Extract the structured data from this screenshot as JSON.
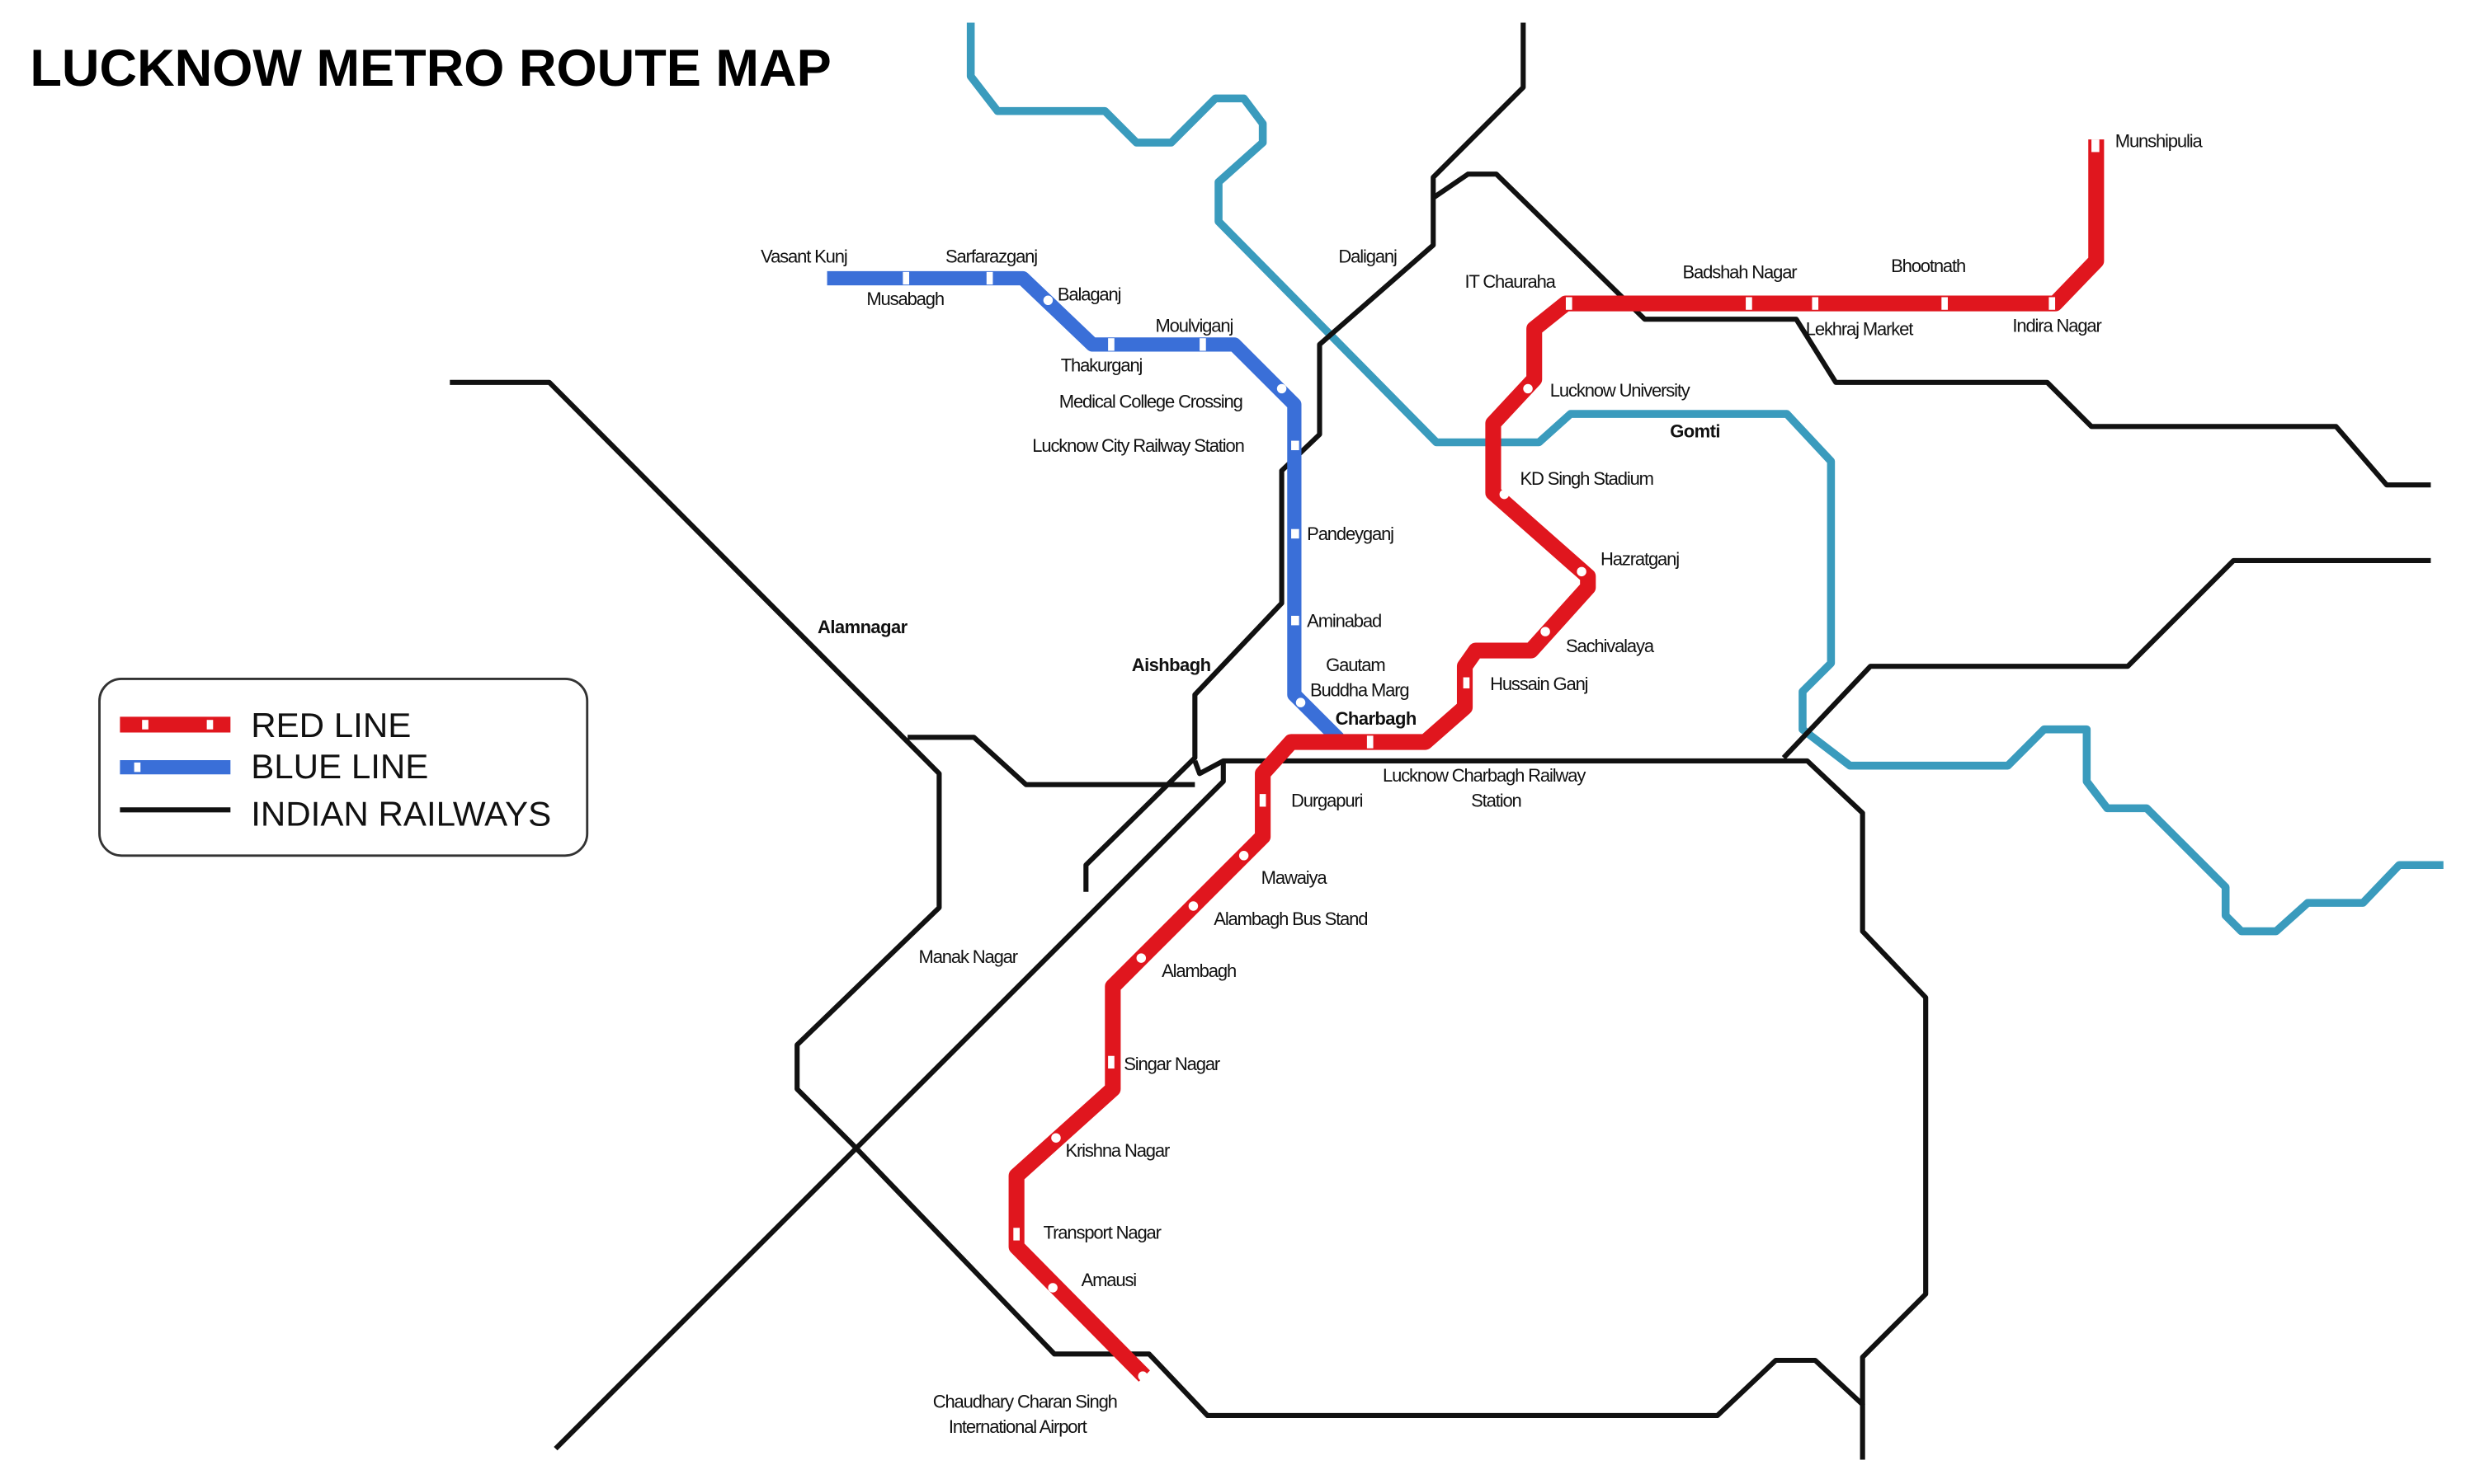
{
  "title": "LUCKNOW METRO ROUTE MAP",
  "colors": {
    "red_line": "#e0161e",
    "blue_line": "#3a6fd8",
    "railways": "#111111",
    "river": "#3a9bbd"
  },
  "legend": {
    "red": "RED LINE",
    "blue": "BLUE LINE",
    "rail": "INDIAN RAILWAYS"
  },
  "red_line": [
    "Munshipulia",
    "Indira Nagar",
    "Bhootnath",
    "Lekhraj Market",
    "Badshah Nagar",
    "IT Chauraha",
    "Lucknow University",
    "KD Singh Stadium",
    "Hazratganj",
    "Sachivalaya",
    "Hussain Ganj",
    "Charbagh",
    "Durgapuri",
    "Mawaiya",
    "Alambagh Bus Stand",
    "Alambagh",
    "Singar Nagar",
    "Krishna Nagar",
    "Transport Nagar",
    "Amausi",
    "Chaudhary Charan Singh",
    "International Airport"
  ],
  "blue_line": [
    "Vasant Kunj",
    "Sarfarazganj",
    "Musabagh",
    "Balaganj",
    "Thakurganj",
    "Moulviganj",
    "Medical College Crossing",
    "Lucknow City Railway Station",
    "Pandeyganj",
    "Aminabad",
    "Gautam",
    "Buddha Marg"
  ],
  "places": {
    "daliganj": "Daliganj",
    "alamnagar": "Alamnagar",
    "aishbagh": "Aishbagh",
    "manak": "Manak Nagar",
    "gomti": "Gomti",
    "charbagh_rs_1": "Lucknow Charbagh Railway",
    "charbagh_rs_2": "Station"
  }
}
